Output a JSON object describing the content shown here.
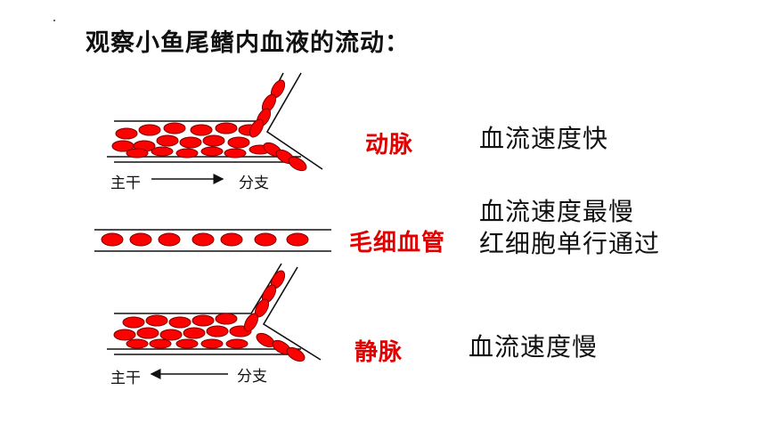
{
  "title": "观察小鱼尾鳍内血液的流动：",
  "colors": {
    "blood_cell": "#ff0000",
    "highlight": "#e00000",
    "vessel": "#111111"
  },
  "artery": {
    "name": "动脉",
    "description": "血流速度快",
    "trunk_label": "主干",
    "branch_label": "分支",
    "flow_direction": "trunk-to-branch"
  },
  "capillary": {
    "name": "毛细血管",
    "description_line1": "血流速度最慢",
    "description_line2": "红细胞单行通过"
  },
  "vein": {
    "name": "静脉",
    "description": "血流速度慢",
    "trunk_label": "主干",
    "branch_label": "分支",
    "flow_direction": "branch-to-trunk"
  }
}
